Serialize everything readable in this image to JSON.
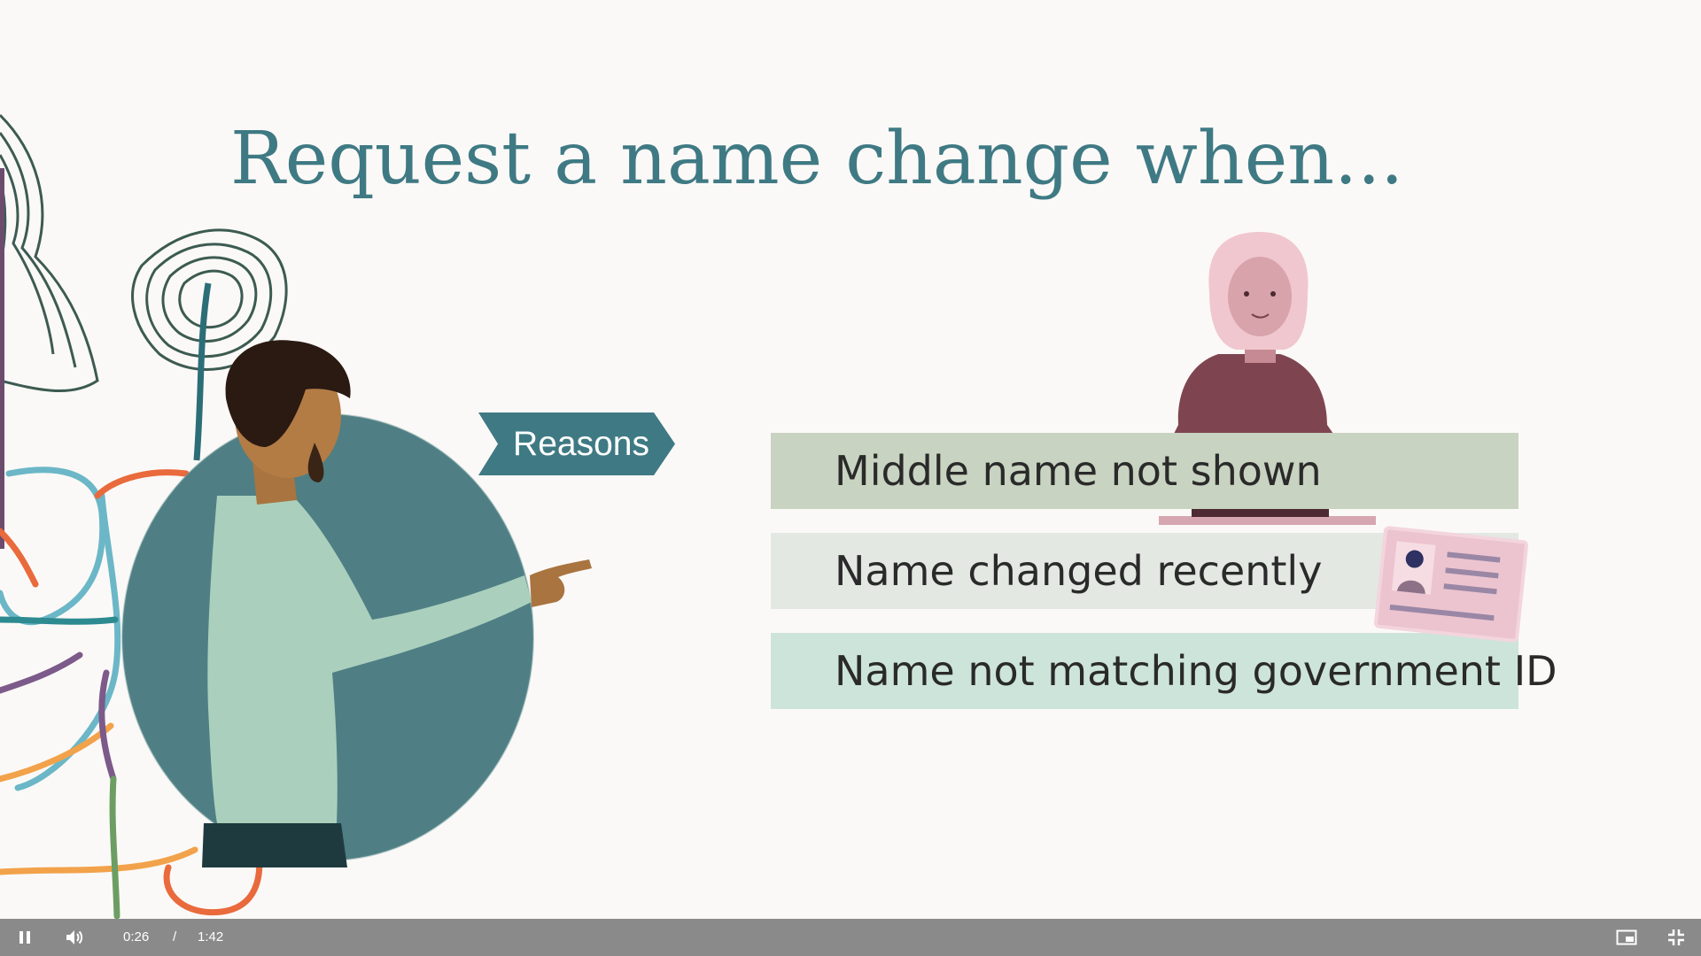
{
  "slide": {
    "title": "Request a name change when...",
    "tag_label": "Reasons",
    "reasons": [
      "Middle name not shown",
      "Name changed recently",
      "Name not matching government ID"
    ]
  },
  "player": {
    "current_time": "0:26",
    "separator": "/",
    "duration": "1:42",
    "state": "playing",
    "icons": {
      "play_pause": "pause-icon",
      "volume": "volume-icon",
      "picture_in_picture": "picture-in-picture-icon",
      "fullscreen": "exit-fullscreen-icon"
    }
  },
  "colors": {
    "title": "#3f7a84",
    "tag": "#3f7a84",
    "bar_1": "#c8d3c1",
    "bar_2": "#e3e8e3",
    "bar_3": "#cde4da",
    "controls_bg": "#8a8a8a"
  }
}
